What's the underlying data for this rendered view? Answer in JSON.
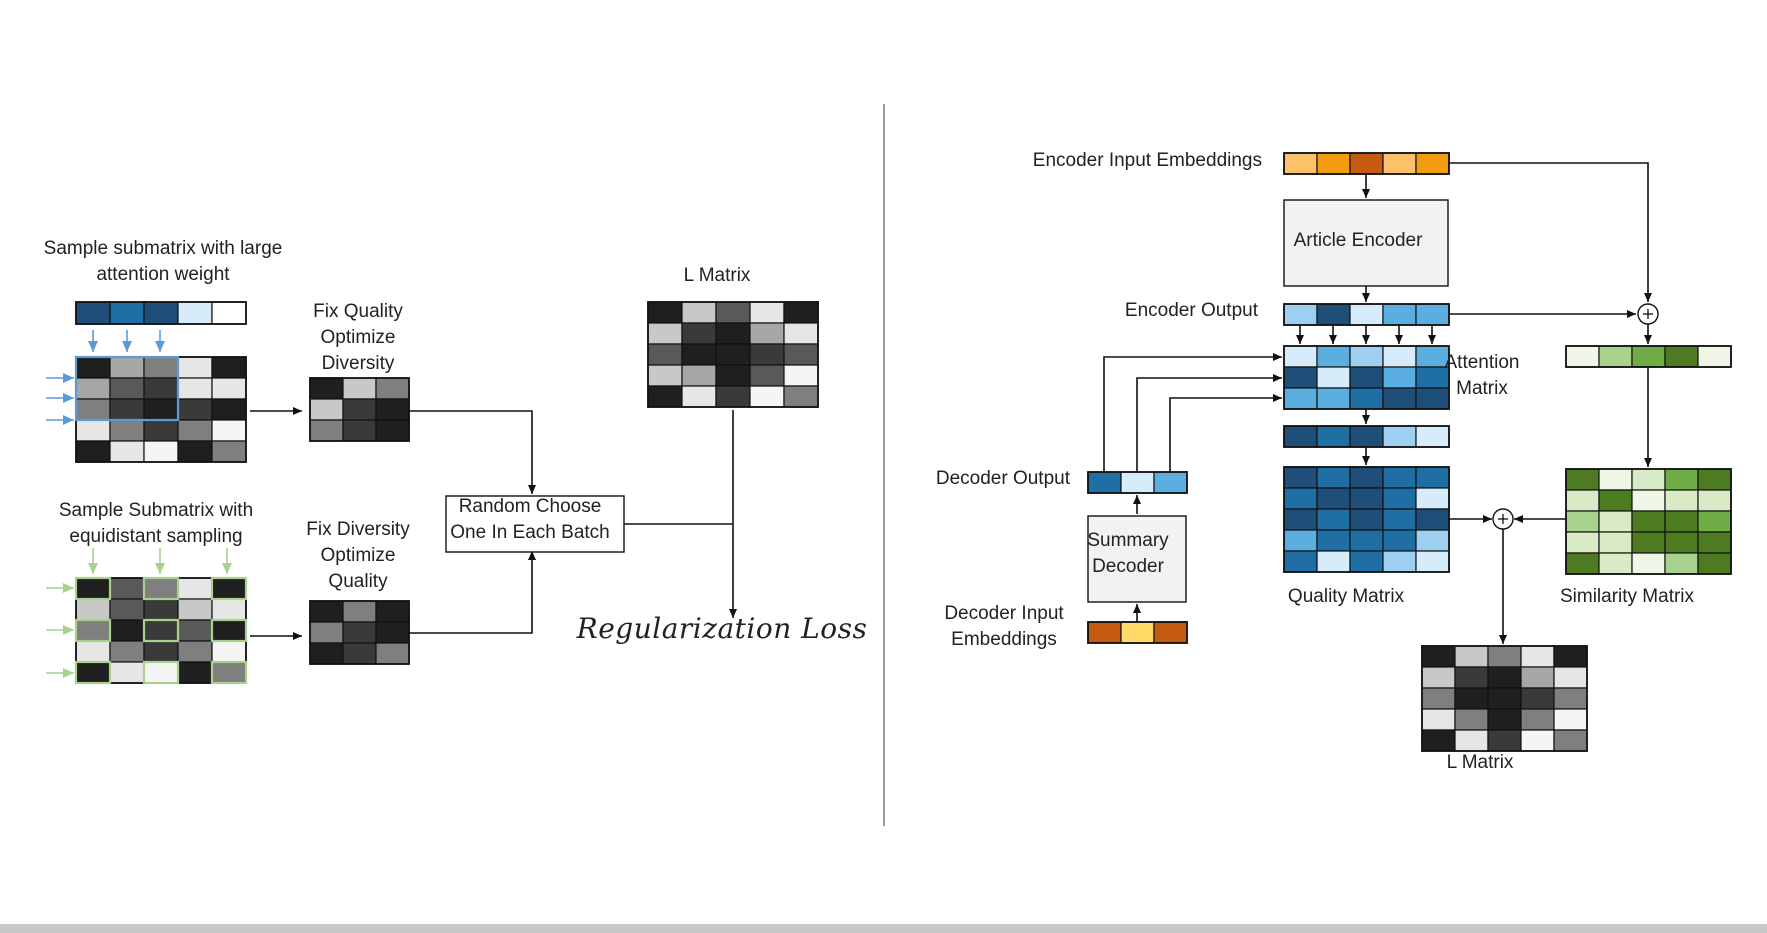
{
  "left_panel": {
    "sample_large_label": "Sample submatrix with large\nattention weight",
    "sample_equidistant_label": "Sample Submatrix with\nequidistant sampling",
    "fix_quality_label": "Fix Quality\nOptimize\nDiversity",
    "fix_diversity_label": "Fix Diversity\nOptimize\nQuality",
    "random_choose_label": "Random Choose\nOne In Each Batch",
    "l_matrix_label": "L Matrix",
    "loss_label": "Regularization Loss"
  },
  "right_panel": {
    "encoder_input_label": "Encoder Input Embeddings",
    "article_encoder_label": "Article Encoder",
    "encoder_output_label": "Encoder Output",
    "attention_matrix_label": "Attention\nMatrix",
    "decoder_output_label": "Decoder Output",
    "summary_decoder_label": "Summary\nDecoder",
    "decoder_input_label": "Decoder Input\nEmbeddings",
    "quality_matrix_label": "Quality Matrix",
    "similarity_matrix_label": "Similarity Matrix",
    "l_matrix_label": "L Matrix"
  },
  "colors": {
    "blue_arrow": "#5b9bd5",
    "green_arrow": "#a9d18e",
    "grey_scale": [
      "#1f1f1f",
      "#3a3a3a",
      "#595959",
      "#7f7f7f",
      "#a6a6a6",
      "#c8c8c8",
      "#e6e6e6",
      "#f5f5f5"
    ],
    "blue_scale": [
      "#1f4e79",
      "#1f6fa5",
      "#5aaee0",
      "#9dd0f0",
      "#d6ecfa"
    ],
    "green_scale": [
      "#4e7a22",
      "#70ad47",
      "#a9d18e",
      "#d8ebc6",
      "#eef7e6"
    ],
    "orange_scale": [
      "#fbc26a",
      "#f39c12",
      "#c55a11",
      "#ffd966"
    ]
  }
}
